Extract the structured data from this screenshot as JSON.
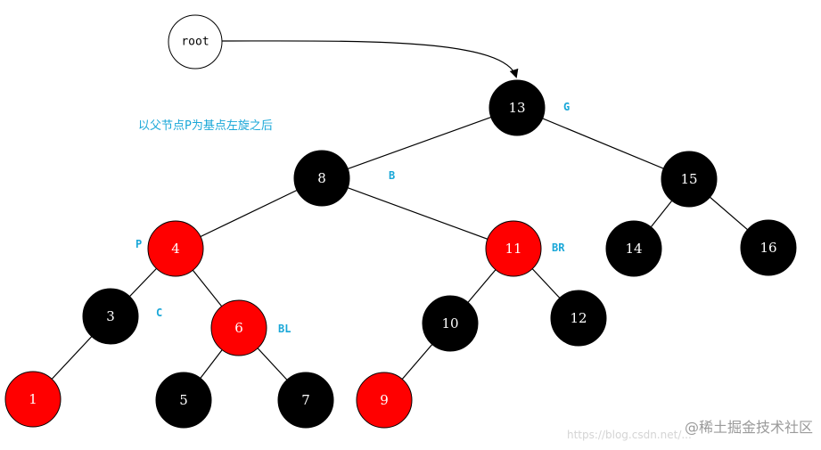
{
  "root_label": "root",
  "caption": "以父节点P为基点左旋之后",
  "colors": {
    "red": "#ff0000",
    "black": "#000000",
    "annotation": "#19a7d8"
  },
  "nodes": {
    "n13": {
      "value": "13",
      "color": "black"
    },
    "n8": {
      "value": "8",
      "color": "black"
    },
    "n15": {
      "value": "15",
      "color": "black"
    },
    "n4": {
      "value": "4",
      "color": "red"
    },
    "n11": {
      "value": "11",
      "color": "red"
    },
    "n14": {
      "value": "14",
      "color": "black"
    },
    "n16": {
      "value": "16",
      "color": "black"
    },
    "n3": {
      "value": "3",
      "color": "black"
    },
    "n6": {
      "value": "6",
      "color": "red"
    },
    "n10": {
      "value": "10",
      "color": "black"
    },
    "n12": {
      "value": "12",
      "color": "black"
    },
    "n1": {
      "value": "1",
      "color": "red"
    },
    "n5": {
      "value": "5",
      "color": "black"
    },
    "n7": {
      "value": "7",
      "color": "black"
    },
    "n9": {
      "value": "9",
      "color": "red"
    }
  },
  "role_labels": {
    "g": "G",
    "b": "B",
    "p": "P",
    "br": "BR",
    "c": "C",
    "bl": "BL"
  },
  "watermark": {
    "brand": "@稀土掘金技术社区",
    "url": "https://blog.csdn.net/..."
  }
}
